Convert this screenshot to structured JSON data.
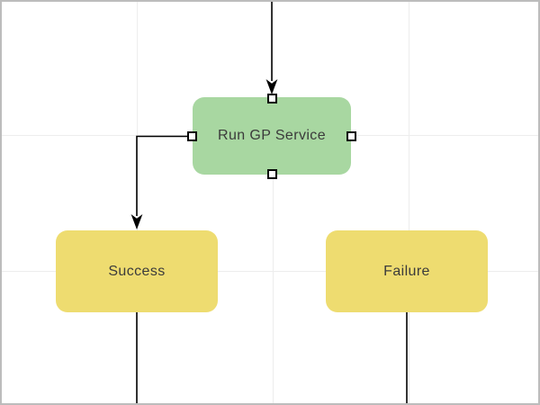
{
  "canvas": {
    "background": "#ffffff",
    "border_color": "#bcbcbc",
    "grid_color": "#ededed",
    "line_color": "#000000"
  },
  "diagram": {
    "nodes": [
      {
        "id": "run-gp-service",
        "label": "Run GP Service",
        "fill": "#a8d7a1",
        "selected": true,
        "selection_handles": [
          "top",
          "right",
          "bottom",
          "left"
        ]
      },
      {
        "id": "success",
        "label": "Success",
        "fill": "#eedc70",
        "selected": false
      },
      {
        "id": "failure",
        "label": "Failure",
        "fill": "#eedc70",
        "selected": false
      }
    ],
    "connectors": [
      {
        "id": "incoming-top",
        "from": "offscreen-top",
        "to": "run-gp-service",
        "arrow": true
      },
      {
        "id": "run-gp-service-to-success",
        "from": "run-gp-service-left",
        "to": "success-top",
        "arrow": true,
        "shape": "elbow"
      },
      {
        "id": "success-outgoing",
        "from": "success-bottom",
        "to": "offscreen-bottom",
        "arrow": false
      },
      {
        "id": "failure-outgoing",
        "from": "failure-bottom",
        "to": "offscreen-bottom",
        "arrow": false
      }
    ]
  }
}
